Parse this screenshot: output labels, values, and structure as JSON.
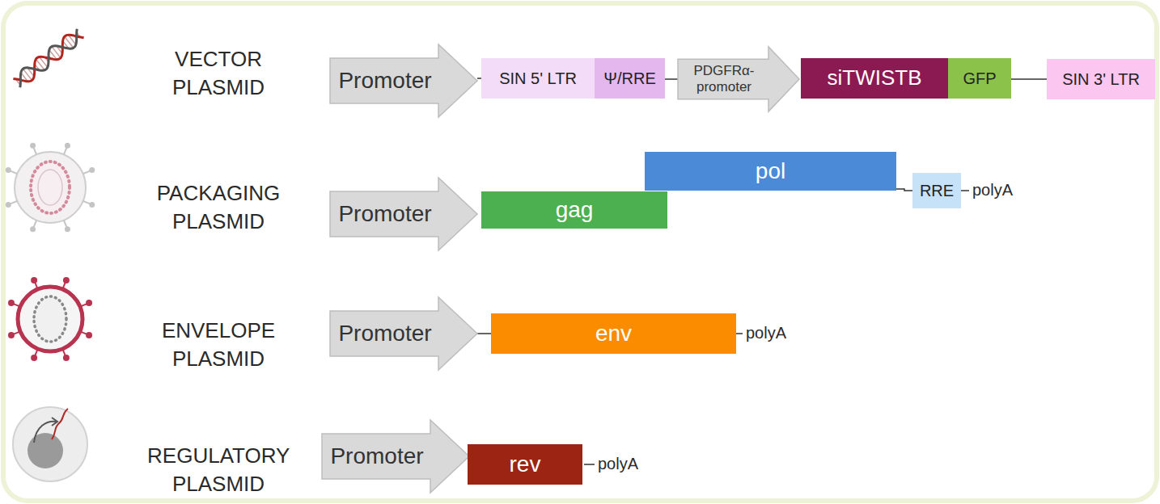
{
  "diagram": {
    "nodes": [
      {
        "text": [
          "Promoter"
        ]
      },
      {
        "text": [
          "SIN 5' LTR"
        ]
      },
      {
        "text": [
          "Ψ/RRE"
        ]
      },
      {
        "text": [
          "PDGFRα- promoter"
        ]
      },
      {
        "text": [
          "siTWISTB"
        ]
      },
      {
        "text": [
          "GFP"
        ]
      },
      {
        "text": [
          "SIN 3' LTR"
        ]
      },
      {
        "text": [
          "Promoter"
        ]
      },
      {
        "text": [
          "gag"
        ]
      },
      {
        "text": [
          "pol"
        ]
      },
      {
        "text": [
          "RRE"
        ]
      },
      {
        "text": [
          "Promoter"
        ]
      },
      {
        "text": [
          "env"
        ]
      },
      {
        "text": [
          "Promoter"
        ]
      },
      {
        "text": [
          "rev"
        ]
      }
    ],
    "edges": [
      {
        "from": 0,
        "to": 1,
        "arrow": "none"
      },
      {
        "from": 2,
        "to": 3,
        "arrow": "none"
      },
      {
        "from": 5,
        "to": 6,
        "arrow": "none"
      },
      {
        "from": 9,
        "to": 10,
        "arrow": "none"
      },
      {
        "from": 11,
        "to": 12,
        "arrow": "none"
      }
    ],
    "labels": [
      "VECTOR PLASMID",
      "PACKAGING PLASMID",
      "ENVELOPE PLASMID",
      "REGULATORY PLASMID",
      "polyA",
      "polyA",
      "polyA"
    ]
  }
}
